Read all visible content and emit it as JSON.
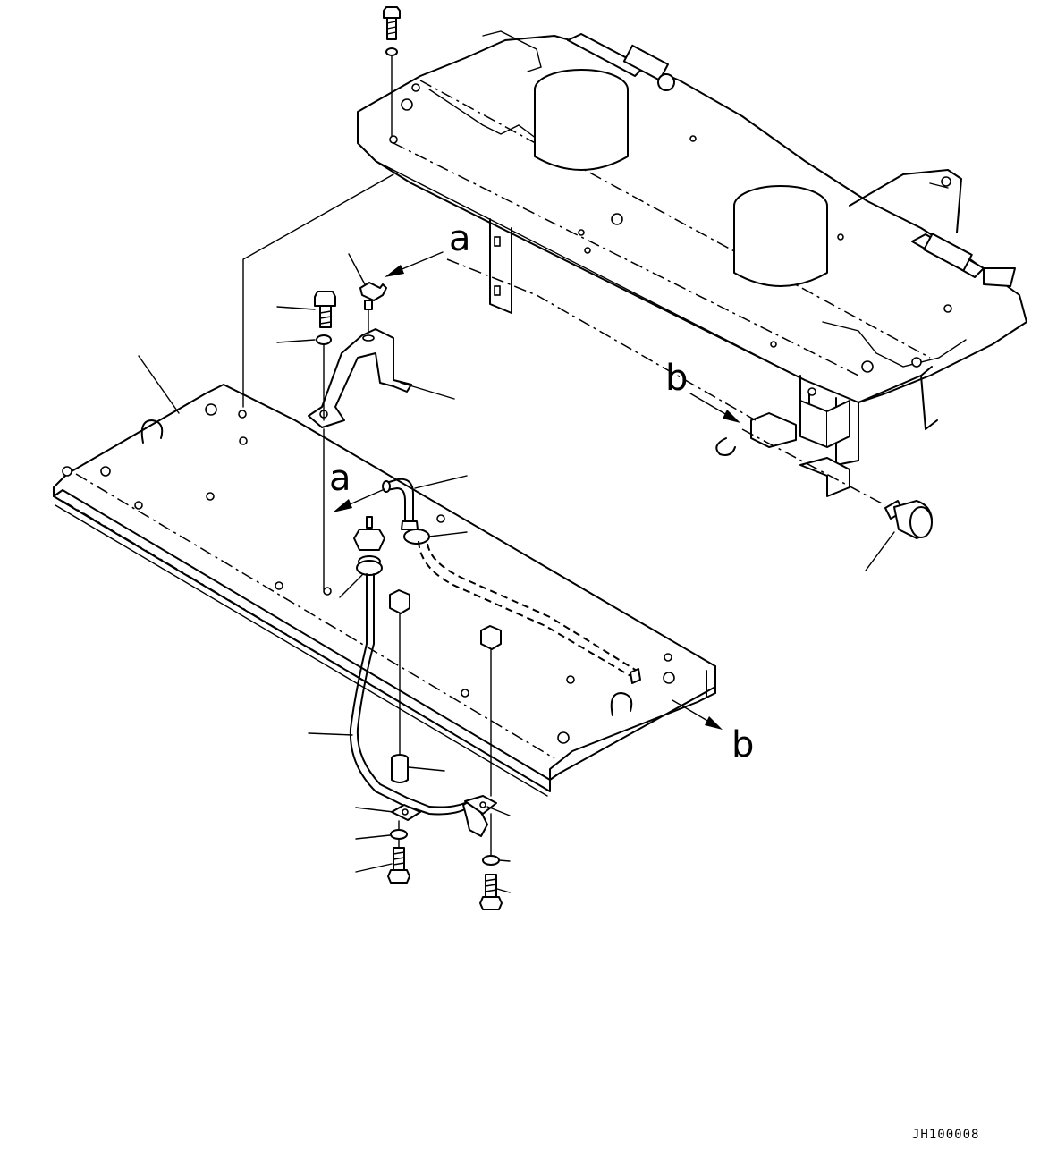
{
  "callouts": {
    "a_upper": "a",
    "a_lower": "a",
    "b_upper": "b",
    "b_lower": "b"
  },
  "drawing_code": "JH100008"
}
